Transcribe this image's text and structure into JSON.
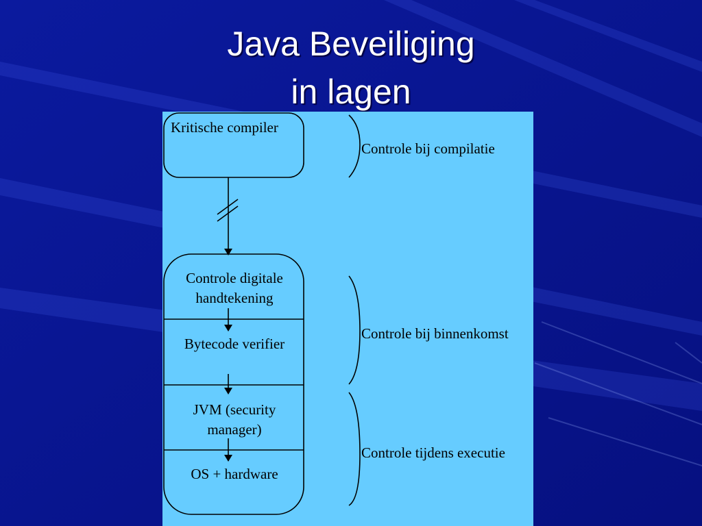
{
  "title": {
    "line1": "Java Beveiliging",
    "line2": "in lagen"
  },
  "diagram": {
    "boxes": {
      "compiler": "Kritische compiler",
      "signature_line1": "Controle digitale",
      "signature_line2": "handtekening",
      "verifier": "Bytecode verifier",
      "jvm_line1": "JVM (security",
      "jvm_line2": "manager)",
      "os": "OS + hardware"
    },
    "brackets": {
      "compile": "Controle bij compilatie",
      "arrival": "Controle bij binnenkomst",
      "execution": "Controle tijdens executie"
    }
  },
  "colors": {
    "slide_background": "#0a1493",
    "diagram_background": "#66ccff",
    "title_text": "#ffffff"
  }
}
